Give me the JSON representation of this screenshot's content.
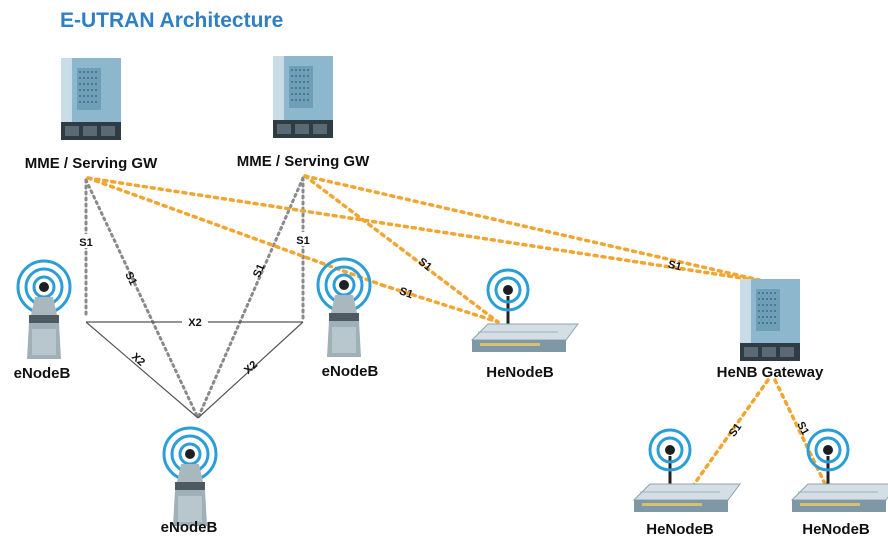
{
  "title": "E-UTRAN Architecture",
  "nodes": {
    "mme1": "MME / Serving GW",
    "mme2": "MME / Serving GW",
    "enb_left": "eNodeB",
    "enb_right": "eNodeB",
    "enb_bottom": "eNodeB",
    "henb_mid": "HeNodeB",
    "henb_gw": "HeNB Gateway",
    "henb_bl": "HeNodeB",
    "henb_br": "HeNodeB"
  },
  "interfaces": {
    "s1_mme1_enbl": "S1",
    "s1_mme1_enbb": "S1",
    "s1_mme2_enbb": "S1",
    "s1_mme2_enbr": "S1",
    "s1_mme2_henb": "S1",
    "s1_mme1_henb": "S1",
    "s1_gw": "S1",
    "s1_gw_bl": "S1",
    "s1_gw_br": "S1",
    "x2_top": "X2",
    "x2_left": "X2",
    "x2_right": "X2"
  },
  "colors": {
    "title": "#2e7fc4",
    "s1_enb_line": "#8a8a8a",
    "s1_henb_line": "#f2a531",
    "x2_line": "#555555",
    "server": "#8db7cc",
    "antenna_ring": "#2a9ed8"
  }
}
